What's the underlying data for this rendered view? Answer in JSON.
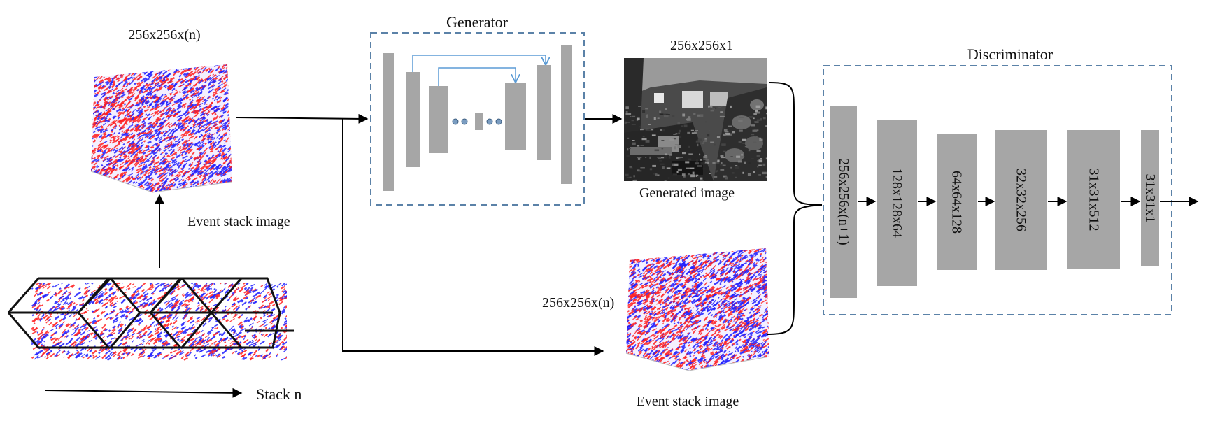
{
  "labels": {
    "top_stack_dims": "256x256x(n)",
    "top_stack_caption": "Event stack image",
    "stack_n": "Stack n",
    "generator_title": "Generator",
    "generated_dims": "256x256x1",
    "generated_caption": "Generated image",
    "bottom_stack_dims": "256x256x(n)",
    "bottom_stack_caption": "Event stack image",
    "discriminator_title": "Discriminator"
  },
  "discriminator_layers": [
    "256x256x(n+1)",
    "128x128x64",
    "64x64x128",
    "32x32x256",
    "31x31x512",
    "31x31x1"
  ],
  "colors": {
    "event_red": "#ff2020",
    "event_blue": "#2020ff",
    "layer_gray": "#a6a6a6",
    "dashed_border": "#5b82a8",
    "skip_connection": "#5b9bd5",
    "arrow": "#000000"
  }
}
